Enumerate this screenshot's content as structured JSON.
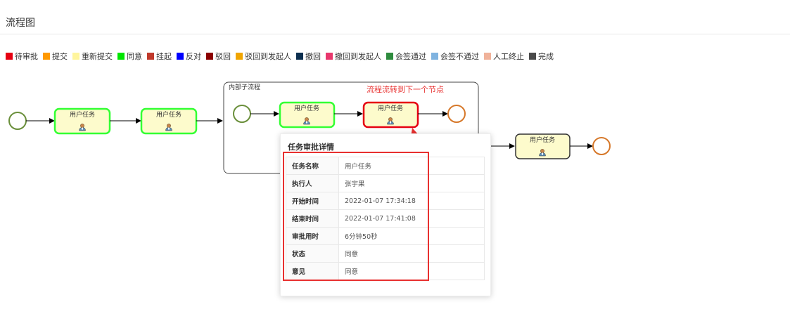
{
  "page": {
    "title": "流程图"
  },
  "legend": [
    {
      "label": "待审批",
      "color": "#e60012"
    },
    {
      "label": "提交",
      "color": "#ff9900"
    },
    {
      "label": "重新提交",
      "color": "#fff59d"
    },
    {
      "label": "同意",
      "color": "#00e600"
    },
    {
      "label": "挂起",
      "color": "#c0392b"
    },
    {
      "label": "反对",
      "color": "#0000ff"
    },
    {
      "label": "驳回",
      "color": "#8b0000"
    },
    {
      "label": "驳回到发起人",
      "color": "#f0a500"
    },
    {
      "label": "撤回",
      "color": "#0b2e4f"
    },
    {
      "label": "撤回到发起人",
      "color": "#e8386d"
    },
    {
      "label": "会签通过",
      "color": "#2e8b3e"
    },
    {
      "label": "会签不通过",
      "color": "#7fb3e0"
    },
    {
      "label": "人工终止",
      "color": "#f0b29a"
    },
    {
      "label": "完成",
      "color": "#4a4a4a"
    }
  ],
  "diagram": {
    "tasks": [
      {
        "label": "用户任务",
        "status_color": "#33ff33"
      },
      {
        "label": "用户任务",
        "status_color": "#33ff33"
      },
      {
        "label": "用户任务",
        "status_color": "#33ff33"
      },
      {
        "label": "用户任务",
        "status_color": "#e60012"
      },
      {
        "label": "用户任务",
        "status_color": "#333333"
      }
    ],
    "subprocess_label": "内部子流程",
    "callout": "流程流转到下一个节点"
  },
  "popup": {
    "title": "任务审批详情",
    "rows": [
      {
        "key": "任务名称",
        "value": "用户任务"
      },
      {
        "key": "执行人",
        "value": "张宇果"
      },
      {
        "key": "开始时间",
        "value": "2022-01-07 17:34:18"
      },
      {
        "key": "结束时间",
        "value": "2022-01-07 17:41:08"
      },
      {
        "key": "审批用时",
        "value": "6分钟50秒"
      },
      {
        "key": "状态",
        "value": "同意"
      },
      {
        "key": "意见",
        "value": "同意"
      }
    ]
  }
}
